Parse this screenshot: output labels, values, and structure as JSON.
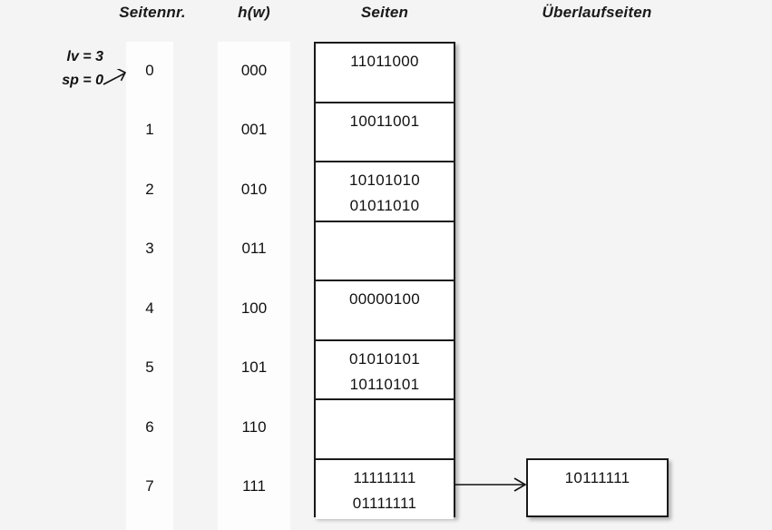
{
  "page": {
    "background_color": "#f4f4f4",
    "text_color": "#111111",
    "border_color": "#1a1a1a"
  },
  "headers": {
    "seitennr": "Seitennr.",
    "hw": "h(w)",
    "seiten": "Seiten",
    "ueberlaufseiten": "Überlaufseiten"
  },
  "annotations": {
    "lv": "lv = 3",
    "sp": "sp = 0",
    "pointer_icon": "arrow-up-right-icon",
    "points_to_row": "0"
  },
  "rows": [
    {
      "seitennr": "0",
      "hw": "000",
      "entries": [
        "11011000"
      ]
    },
    {
      "seitennr": "1",
      "hw": "001",
      "entries": [
        "10011001"
      ]
    },
    {
      "seitennr": "2",
      "hw": "010",
      "entries": [
        "10101010",
        "01011010"
      ]
    },
    {
      "seitennr": "3",
      "hw": "011",
      "entries": []
    },
    {
      "seitennr": "4",
      "hw": "100",
      "entries": [
        "00000100"
      ]
    },
    {
      "seitennr": "5",
      "hw": "101",
      "entries": [
        "01010101",
        "10110101"
      ]
    },
    {
      "seitennr": "6",
      "hw": "110",
      "entries": []
    },
    {
      "seitennr": "7",
      "hw": "111",
      "entries": [
        "11111111",
        "01111111"
      ]
    }
  ],
  "overflow": {
    "from_row": "7",
    "connector_icon": "arrow-right-icon",
    "pages": [
      {
        "entries": [
          "10111111"
        ]
      }
    ]
  }
}
